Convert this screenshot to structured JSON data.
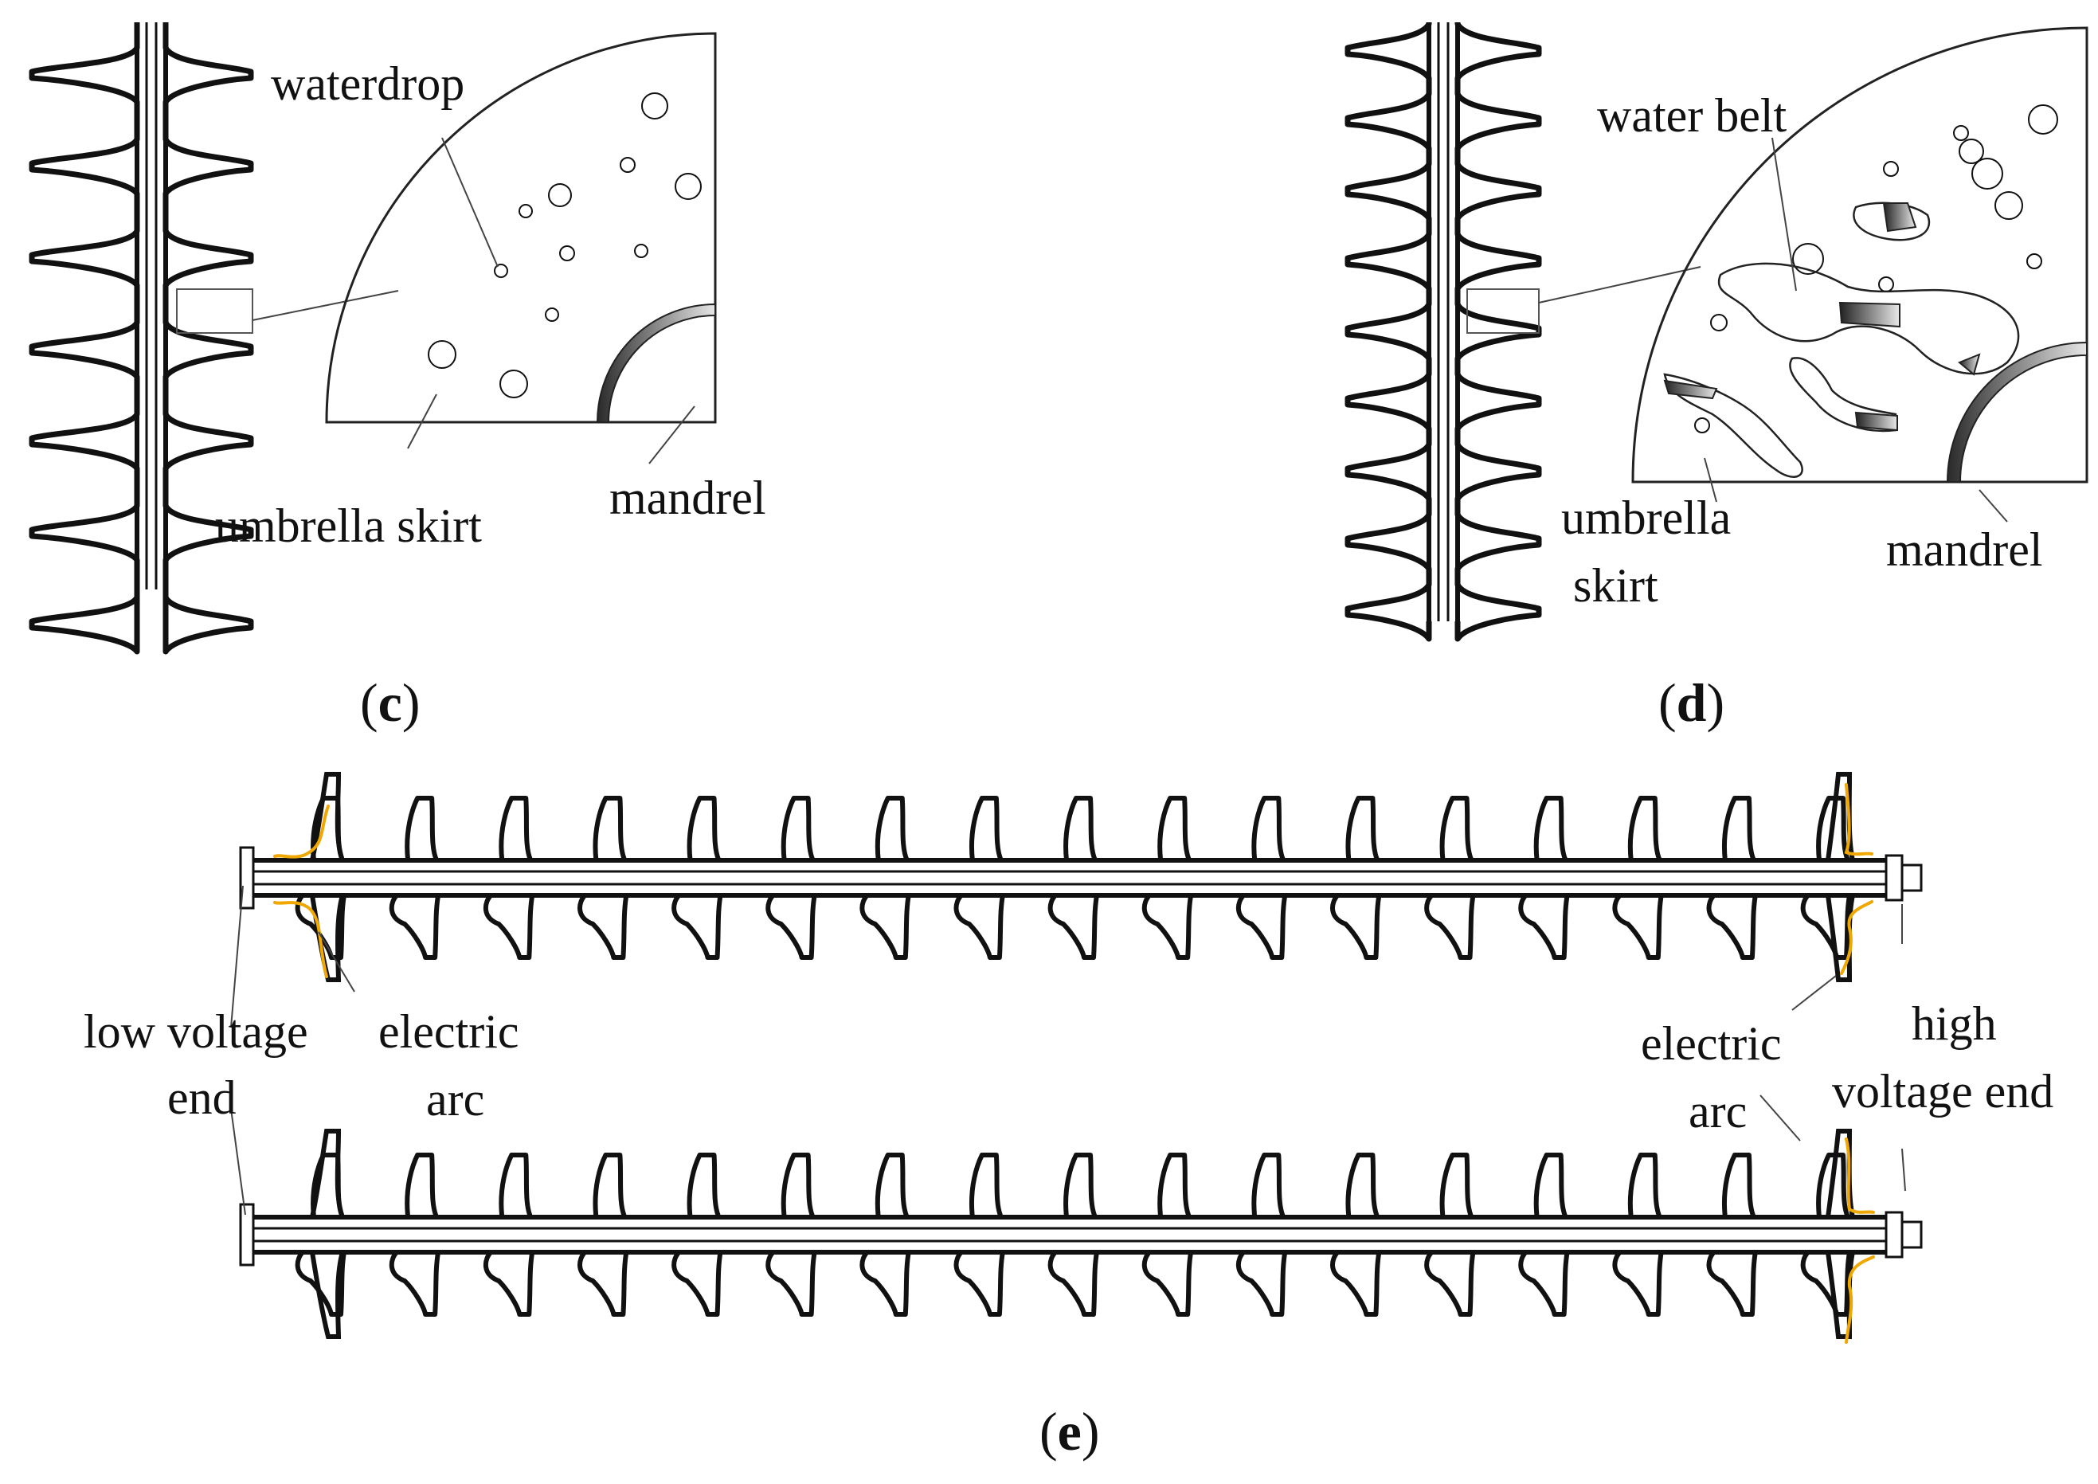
{
  "panel_c": {
    "caption_open": "(",
    "caption_letter": "c",
    "caption_close": ")",
    "labels": {
      "waterdrop": "waterdrop",
      "umbrella_skirt": "umbrella skirt",
      "mandrel": "mandrel"
    }
  },
  "panel_d": {
    "caption_open": "(",
    "caption_letter": "d",
    "caption_close": ")",
    "labels": {
      "water_belt": "water belt",
      "umbrella_line1": "umbrella",
      "umbrella_line2": "skirt",
      "mandrel": "mandrel"
    }
  },
  "panel_e": {
    "caption_open": "(",
    "caption_letter": "e",
    "caption_close": ")",
    "labels": {
      "low_voltage_line1": "low voltage",
      "low_voltage_line2": "end",
      "arc_left_line1": "electric",
      "arc_left_line2": "arc",
      "arc_right_line1": "electric",
      "arc_right_line2": "arc",
      "high_voltage_line1": "high",
      "high_voltage_line2": "voltage end"
    }
  },
  "colors": {
    "stroke": "#111111",
    "arc": "#f0a800",
    "mandrel_dark": "#333333",
    "mandrel_light": "#dddddd"
  }
}
